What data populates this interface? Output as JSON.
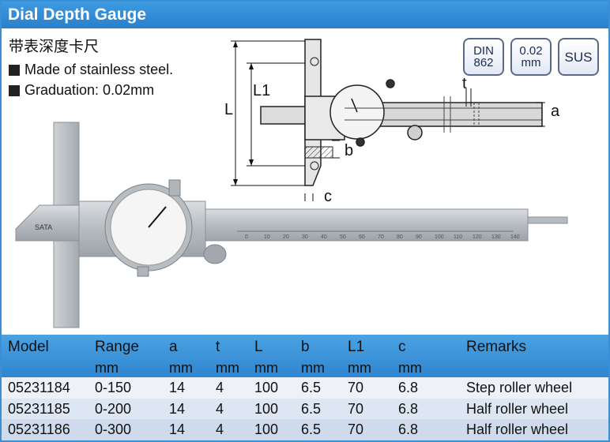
{
  "header": {
    "title": "Dial Depth Gauge"
  },
  "product": {
    "cn_name": "带表深度卡尺",
    "features": [
      "Made of stainless steel.",
      "Graduation: 0.02mm"
    ]
  },
  "badges": {
    "din": {
      "line1": "DIN",
      "line2": "862"
    },
    "graduation": {
      "line1": "0.02",
      "line2": "mm"
    },
    "material": "SUS"
  },
  "photo": {
    "brand": "SATA",
    "ruler_numbers": [
      "0",
      "10",
      "20",
      "30",
      "40",
      "50",
      "60",
      "70",
      "80",
      "90",
      "100",
      "110",
      "120",
      "130",
      "140"
    ]
  },
  "drawing": {
    "labels": {
      "L": "L",
      "L1": "L1",
      "t": "t",
      "a": "a",
      "b": "b",
      "c": "c"
    }
  },
  "table": {
    "headers": [
      "Model",
      "Range",
      "a",
      "t",
      "L",
      "b",
      "L1",
      "c",
      "Remarks"
    ],
    "units": [
      "",
      "mm",
      "mm",
      "mm",
      "mm",
      "mm",
      "mm",
      "mm",
      ""
    ],
    "rows": [
      [
        "05231184",
        "0-150",
        "14",
        "4",
        "100",
        "6.5",
        "70",
        "6.8",
        "Step roller wheel"
      ],
      [
        "05231185",
        "0-200",
        "14",
        "4",
        "100",
        "6.5",
        "70",
        "6.8",
        "Half roller wheel"
      ],
      [
        "05231186",
        "0-300",
        "14",
        "4",
        "100",
        "6.5",
        "70",
        "6.8",
        "Half roller wheel"
      ]
    ]
  },
  "colors": {
    "accent": "#2f85cf",
    "frame": "#3a8fd6"
  }
}
